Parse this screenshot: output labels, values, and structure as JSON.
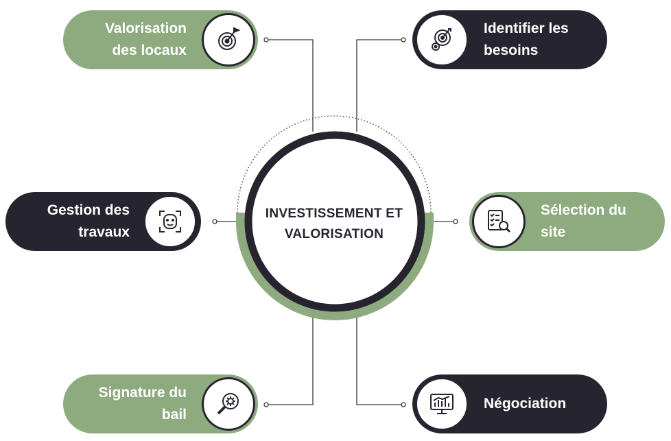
{
  "center": {
    "title": "INVESTISSEMENT ET\nVALORISATION"
  },
  "nodes": {
    "valorisation_locaux": {
      "label": "Valorisation\ndes locaux",
      "icon": "target-flag-icon"
    },
    "identifier_besoins": {
      "label": "Identifier les\nbesoins",
      "icon": "target-gear-icon"
    },
    "gestion_travaux": {
      "label": "Gestion des\ntravaux",
      "icon": "face-scan-icon"
    },
    "selection_site": {
      "label": "Sélection du\nsite",
      "icon": "checklist-search-icon"
    },
    "signature_bail": {
      "label": "Signature du\nbail",
      "icon": "magnifier-gear-icon"
    },
    "negociation": {
      "label": "Négociation",
      "icon": "monitor-chart-icon"
    }
  },
  "colors": {
    "green": "#8eab7f",
    "dark": "#26252f",
    "line": "#3a3a3a"
  }
}
